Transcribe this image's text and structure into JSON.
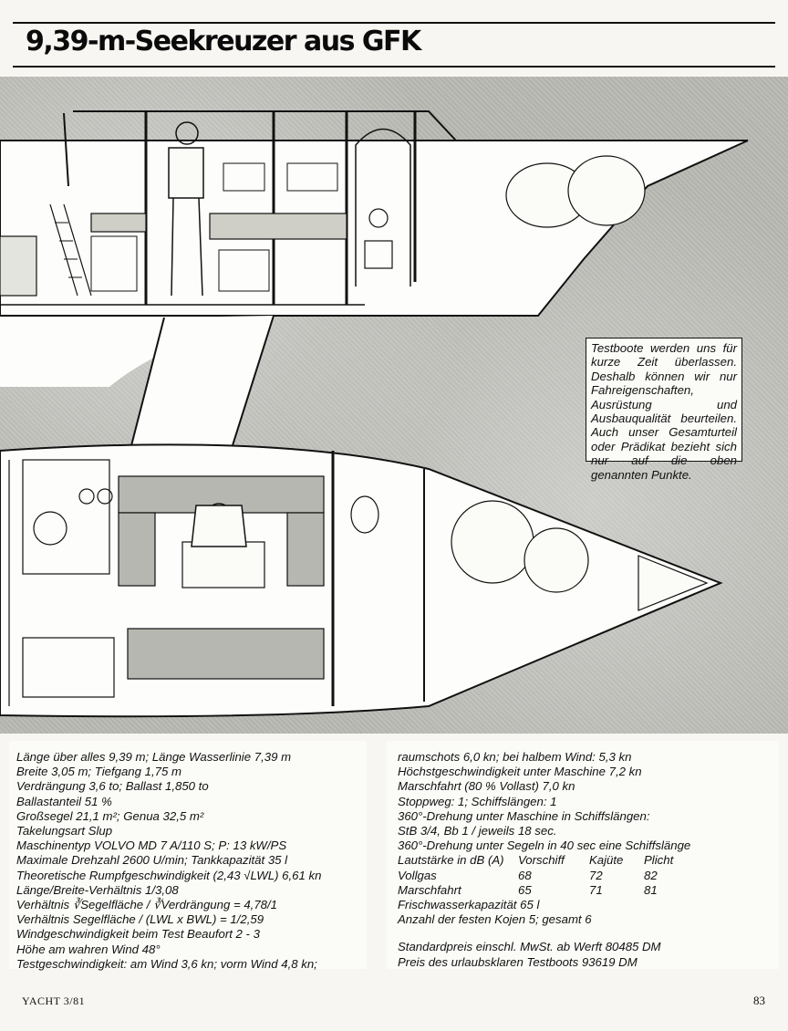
{
  "headline": "9,39-m-Seekreuzer aus GFK",
  "notice_text": "Testboote werden uns für kurze Zeit überlassen. Deshalb können wir nur Fahreigenschaften, Ausrüstung und Ausbauqualität beurteilen. Auch unser Gesamturteil oder Prädikat bezieht sich nur auf die oben genannten Punkte.",
  "specs_left": [
    "Länge über alles 9,39 m; Länge Wasserlinie 7,39 m",
    "Breite 3,05 m; Tiefgang 1,75 m",
    "Verdrängung 3,6 to; Ballast 1,850 to",
    "Ballastanteil 51 %",
    "Großsegel 21,1 m²; Genua 32,5 m²",
    "Takelungsart Slup",
    "Maschinentyp VOLVO MD 7 A/110 S; P: 13 kW/PS",
    "Maximale Drehzahl 2600 U/min; Tankkapazität 35 l",
    "Theoretische Rumpfgeschwindigkeit (2,43 √LWL) 6,61 kn",
    "Länge/Breite-Verhältnis 1/3,08",
    "Verhältnis ∛Segelfläche / ∛Verdrängung = 4,78/1",
    "Verhältnis Segelfläche / (LWL x BWL) = 1/2,59",
    "Windgeschwindigkeit beim Test Beaufort 2 - 3",
    "Höhe am wahren Wind 48°",
    "Testgeschwindigkeit: am Wind 3,6 kn; vorm Wind 4,8 kn;"
  ],
  "specs_right": [
    "raumschots 6,0 kn; bei halbem Wind: 5,3 kn",
    "Höchstgeschwindigkeit unter Maschine 7,2 kn",
    "Marschfahrt (80 % Vollast) 7,0 kn",
    "Stoppweg: 1; Schiffslängen: 1",
    "360°-Drehung unter Maschine in Schiffslängen:",
    "StB 3/4, Bb 1 / jeweils 18 sec.",
    "360°-Drehung unter Segeln in 40 sec eine Schiffslänge"
  ],
  "noise_table": {
    "header": [
      "Lautstärke in dB (A)",
      "Vorschiff",
      "Kajüte",
      "Plicht"
    ],
    "rows": [
      [
        "Vollgas",
        "68",
        "72",
        "82"
      ],
      [
        "Marschfahrt",
        "65",
        "71",
        "81"
      ]
    ]
  },
  "specs_right_after": [
    "Frischwasserkapazität 65 l",
    "Anzahl der festen Kojen 5; gesamt 6"
  ],
  "prices": [
    "Standardpreis einschl. MwSt. ab Werft 80485 DM",
    "Preis des urlaubsklaren Testboots 93619 DM"
  ],
  "footer_magazine": "YACHT 3/81",
  "page_number": "83"
}
